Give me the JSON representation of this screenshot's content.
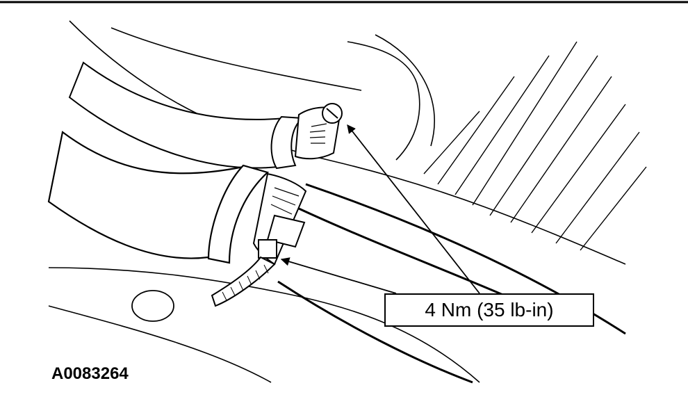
{
  "diagram": {
    "callout": {
      "label": "4 Nm (35 lb-in)"
    },
    "figure_id": "A0083264",
    "parts": [
      "top-border",
      "upper-hose",
      "lower-hose",
      "upper-hose-clamp",
      "lower-hose-clamp",
      "mounting-hole",
      "hatched-panel",
      "leader-arrows"
    ]
  }
}
